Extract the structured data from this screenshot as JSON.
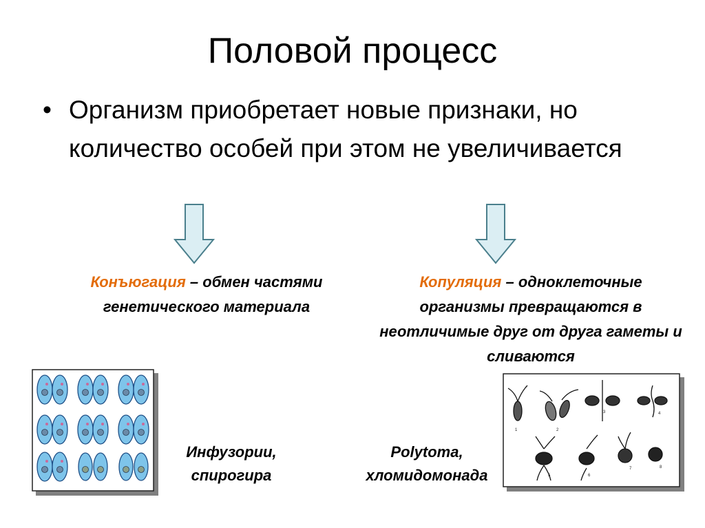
{
  "slide": {
    "title": "Половой процесс",
    "bullet": "•",
    "bullet_text": "Организм приобретает новые признаки, но количество особей при этом не увеличивается"
  },
  "left": {
    "term": "Конъюгация",
    "rest": " – обмен частями генетического материала",
    "caption_line1": "Инфузории,",
    "caption_line2": "спирогира"
  },
  "right": {
    "term": "Копуляция",
    "rest": " – одноклеточные организмы превращаются в неотличимые друг от друга гаметы и сливаются",
    "caption_line1": "Polytoma,",
    "caption_line2": "хломидомонада",
    "figure_numbers": [
      "1",
      "2",
      "3",
      "4",
      "5",
      "6",
      "7",
      "8"
    ]
  },
  "colors": {
    "term": "#e36c09",
    "arrow_fill": "#dbeef3",
    "arrow_stroke": "#4a7f8c",
    "cell_fill": "#7ec4ea",
    "cell_stroke": "#1f4f86"
  },
  "icons": {
    "arrow": "down-arrow-icon"
  }
}
